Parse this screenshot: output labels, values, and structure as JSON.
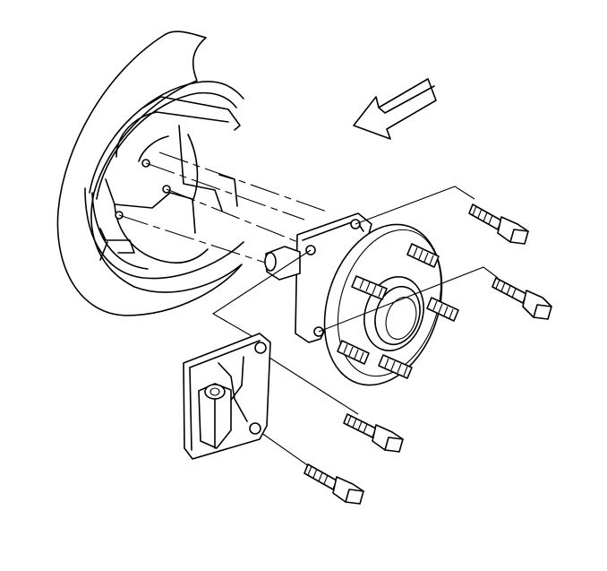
{
  "figure": {
    "type": "exploded-view illustration",
    "parts": [
      {
        "id": "backing-plate",
        "icon": "brake-backing-plate-icon"
      },
      {
        "id": "hub-bearing",
        "icon": "wheel-hub-bearing-icon"
      },
      {
        "id": "mounting-bracket",
        "icon": "mounting-bracket-icon"
      },
      {
        "id": "hub-bolts",
        "icon": "bolt-icon",
        "count": 2
      },
      {
        "id": "bracket-bolts",
        "icon": "bolt-icon",
        "count": 2
      },
      {
        "id": "direction-arrow",
        "icon": "forward-arrow-icon"
      }
    ],
    "colors": {
      "line": "#000000",
      "background": "#ffffff"
    }
  }
}
